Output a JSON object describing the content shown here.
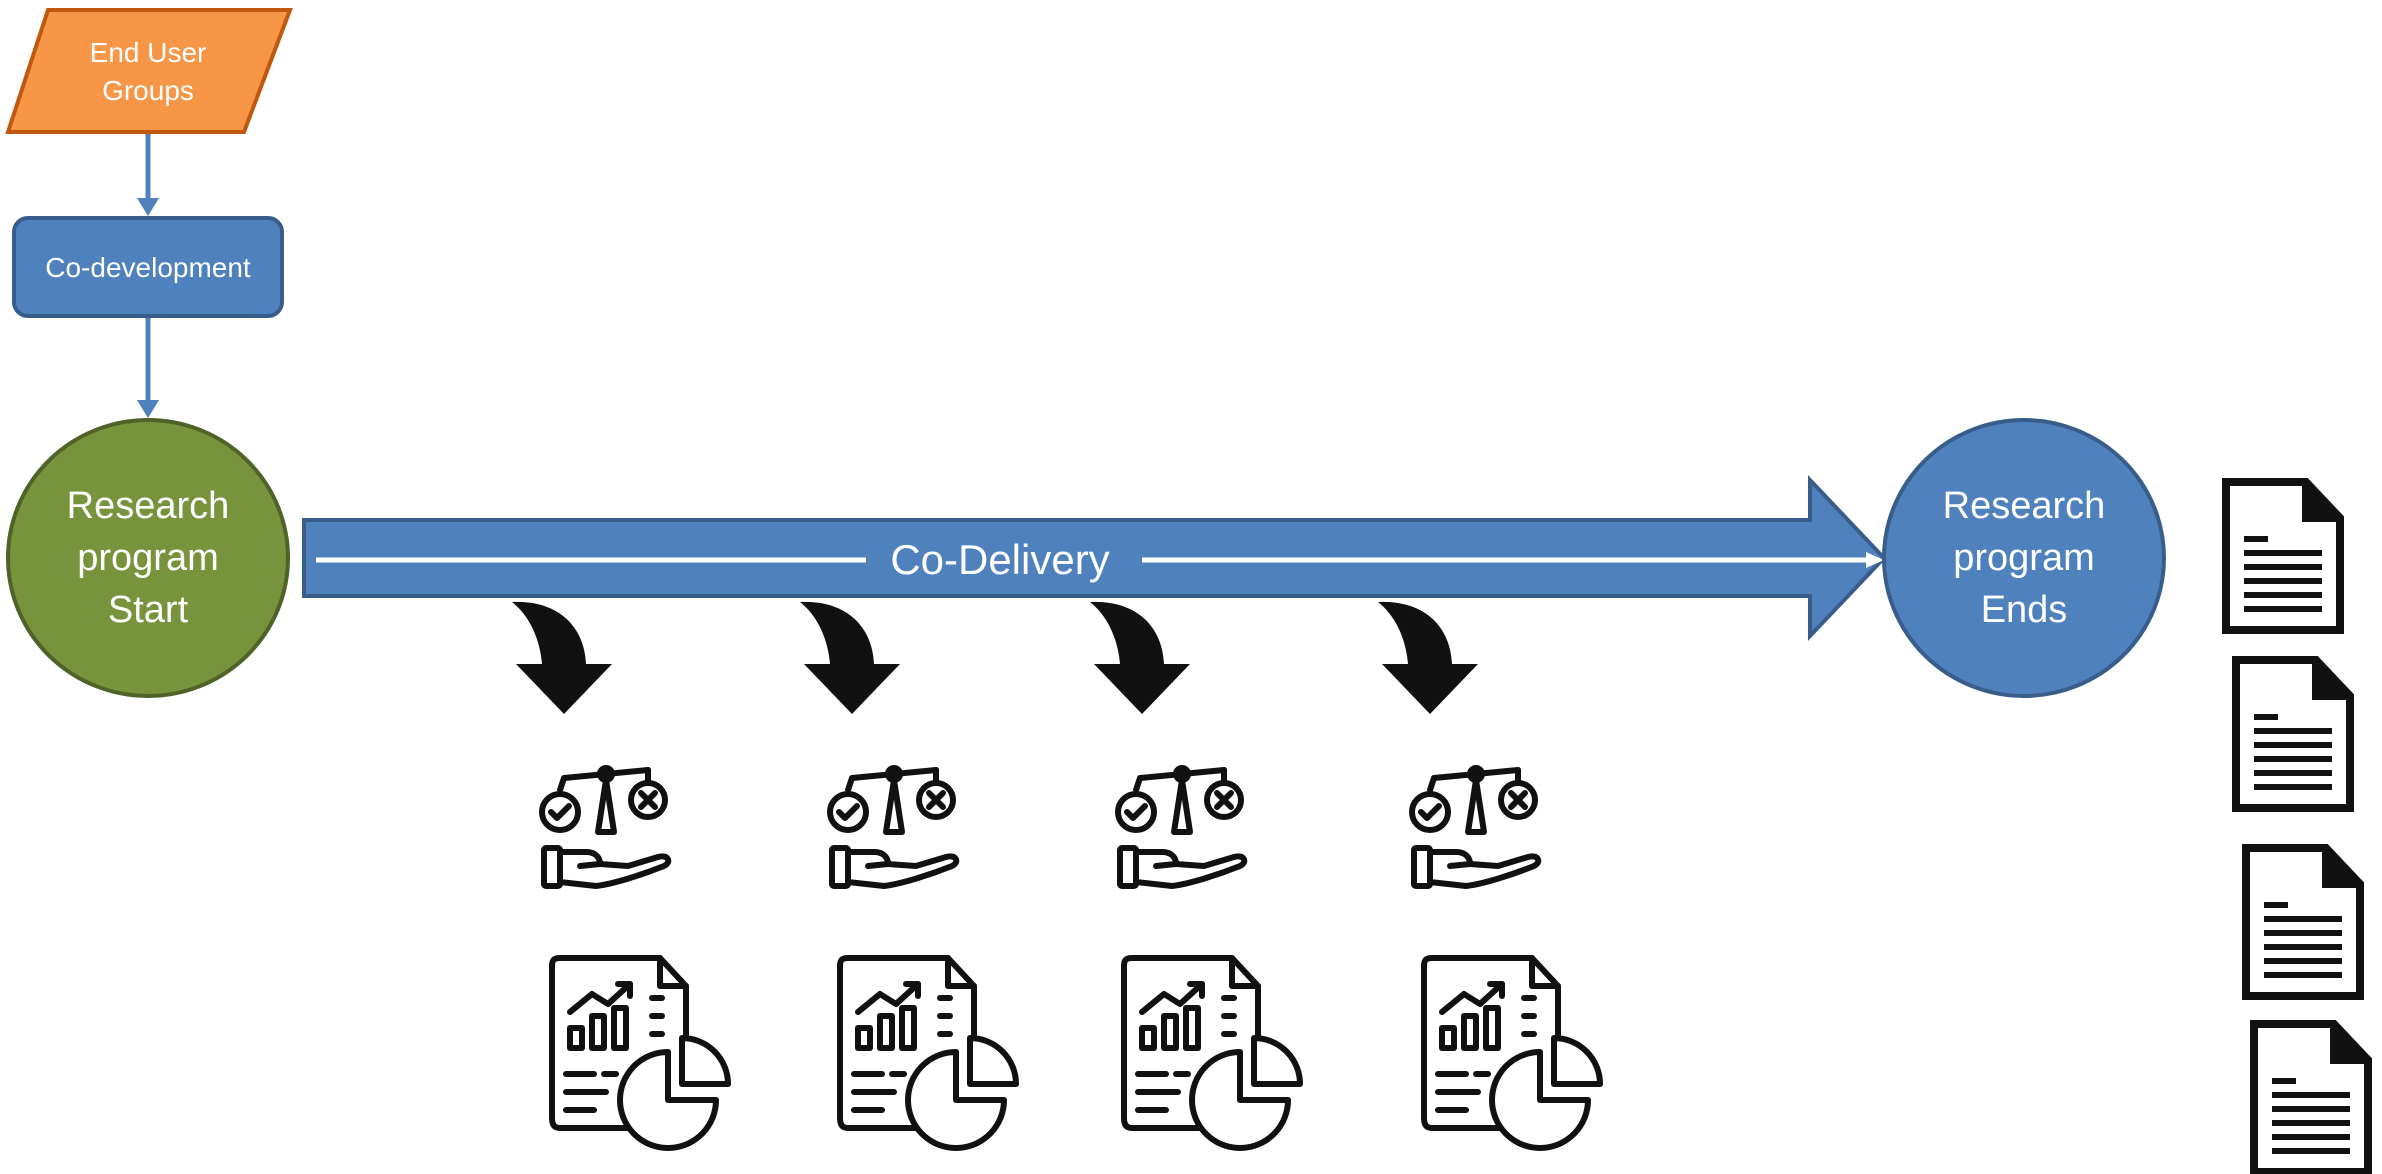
{
  "nodes": {
    "end_user_groups": {
      "lines": [
        "End User",
        "Groups"
      ]
    },
    "co_development": {
      "label": "Co-development"
    },
    "program_start": {
      "lines": [
        "Research",
        "program",
        "Start"
      ]
    },
    "co_delivery": {
      "label": "Co-Delivery"
    },
    "program_ends": {
      "lines": [
        "Research",
        "program",
        "Ends"
      ]
    }
  },
  "colors": {
    "orange_fill": "#F79646",
    "orange_stroke": "#C0580F",
    "blue_fill": "#4F81BD",
    "blue_stroke": "#385D8A",
    "green_fill": "#77933C",
    "green_stroke": "#4F6228",
    "icon_color": "#111111"
  },
  "icons": {
    "curved_arrow": "curved-down-arrow-icon",
    "decision": "balance-scale-hand-icon",
    "report": "analytics-report-icon",
    "document": "document-icon"
  }
}
